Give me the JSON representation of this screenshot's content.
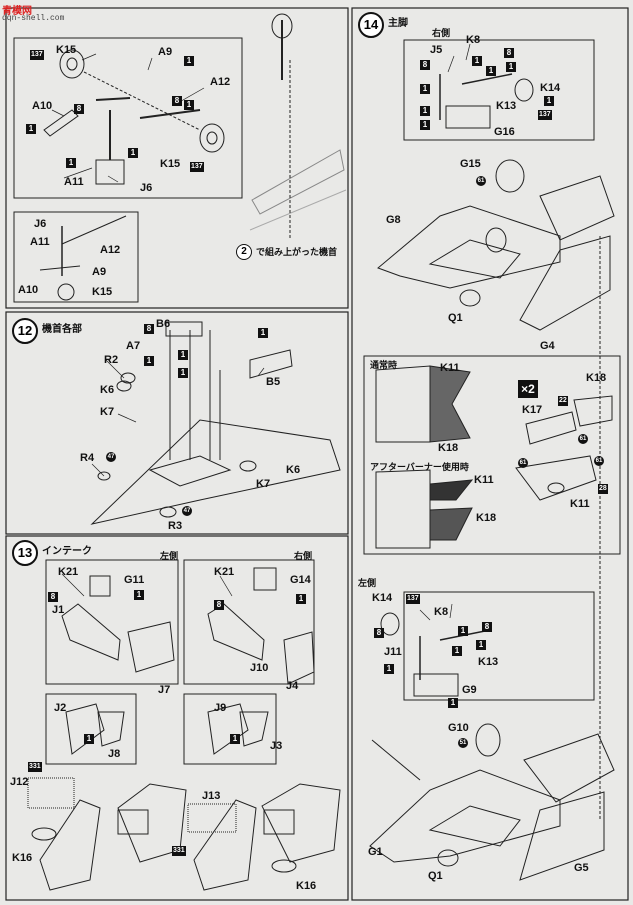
{
  "watermark": {
    "name": "青模网",
    "url": "qqn-shell.com"
  },
  "step_top_left": {
    "labels": [
      "K15",
      "A9",
      "A12",
      "A10",
      "A11",
      "J6",
      "K15"
    ],
    "parts_text": [
      "137",
      "137",
      "1",
      "1",
      "1",
      "1",
      "1",
      "8",
      "8"
    ],
    "detail_labels": [
      "J6",
      "A11",
      "A12",
      "A10",
      "A9",
      "K15"
    ],
    "note_step": "2",
    "note_text": "で組み上がった機首"
  },
  "step12": {
    "number": "12",
    "title": "機首各部",
    "labels": [
      "B6",
      "A7",
      "R2",
      "K6",
      "K7",
      "B5",
      "R4",
      "K6",
      "K7",
      "R3"
    ],
    "codes": [
      "47",
      "47"
    ],
    "parts": [
      "8",
      "1",
      "1",
      "1",
      "1"
    ]
  },
  "step13": {
    "number": "13",
    "title": "インテーク",
    "left_side": "左側",
    "right_side": "右側",
    "labels_left": [
      "K21",
      "G11",
      "J1",
      "J7",
      "J2",
      "J8",
      "J12",
      "K16"
    ],
    "labels_right": [
      "K21",
      "G14",
      "J10",
      "J4",
      "J9",
      "J3",
      "J13",
      "K16"
    ],
    "codes": [
      "331",
      "331"
    ],
    "parts": [
      "8",
      "1",
      "8",
      "1",
      "1",
      "1"
    ]
  },
  "step14": {
    "number": "14",
    "title": "主脚",
    "right_side": "右側",
    "left_side": "左側",
    "labels_top": [
      "J5",
      "K8",
      "K14",
      "K13",
      "G16",
      "G15",
      "G8",
      "Q1",
      "G4"
    ],
    "labels_bottom": [
      "K14",
      "K8",
      "J11",
      "K13",
      "G9",
      "G10",
      "G1",
      "Q1",
      "G5"
    ],
    "parts_top": [
      "8",
      "1",
      "1",
      "1",
      "8",
      "1",
      "1",
      "1",
      "1"
    ],
    "parts_bottom": [
      "8",
      "1",
      "1",
      "1",
      "8",
      "1",
      "1"
    ],
    "codes_top": [
      "137",
      "61"
    ],
    "codes_bottom": [
      "137",
      "51"
    ]
  },
  "exhaust_box": {
    "normal_label": "通常時",
    "afterburner_label": "アフターバーナー使用時",
    "labels": [
      "K11",
      "K18",
      "K11",
      "K18",
      "K18",
      "K17",
      "K11"
    ],
    "multiplier": "×2",
    "codes": [
      "22",
      "61",
      "61",
      "61",
      "28"
    ]
  }
}
